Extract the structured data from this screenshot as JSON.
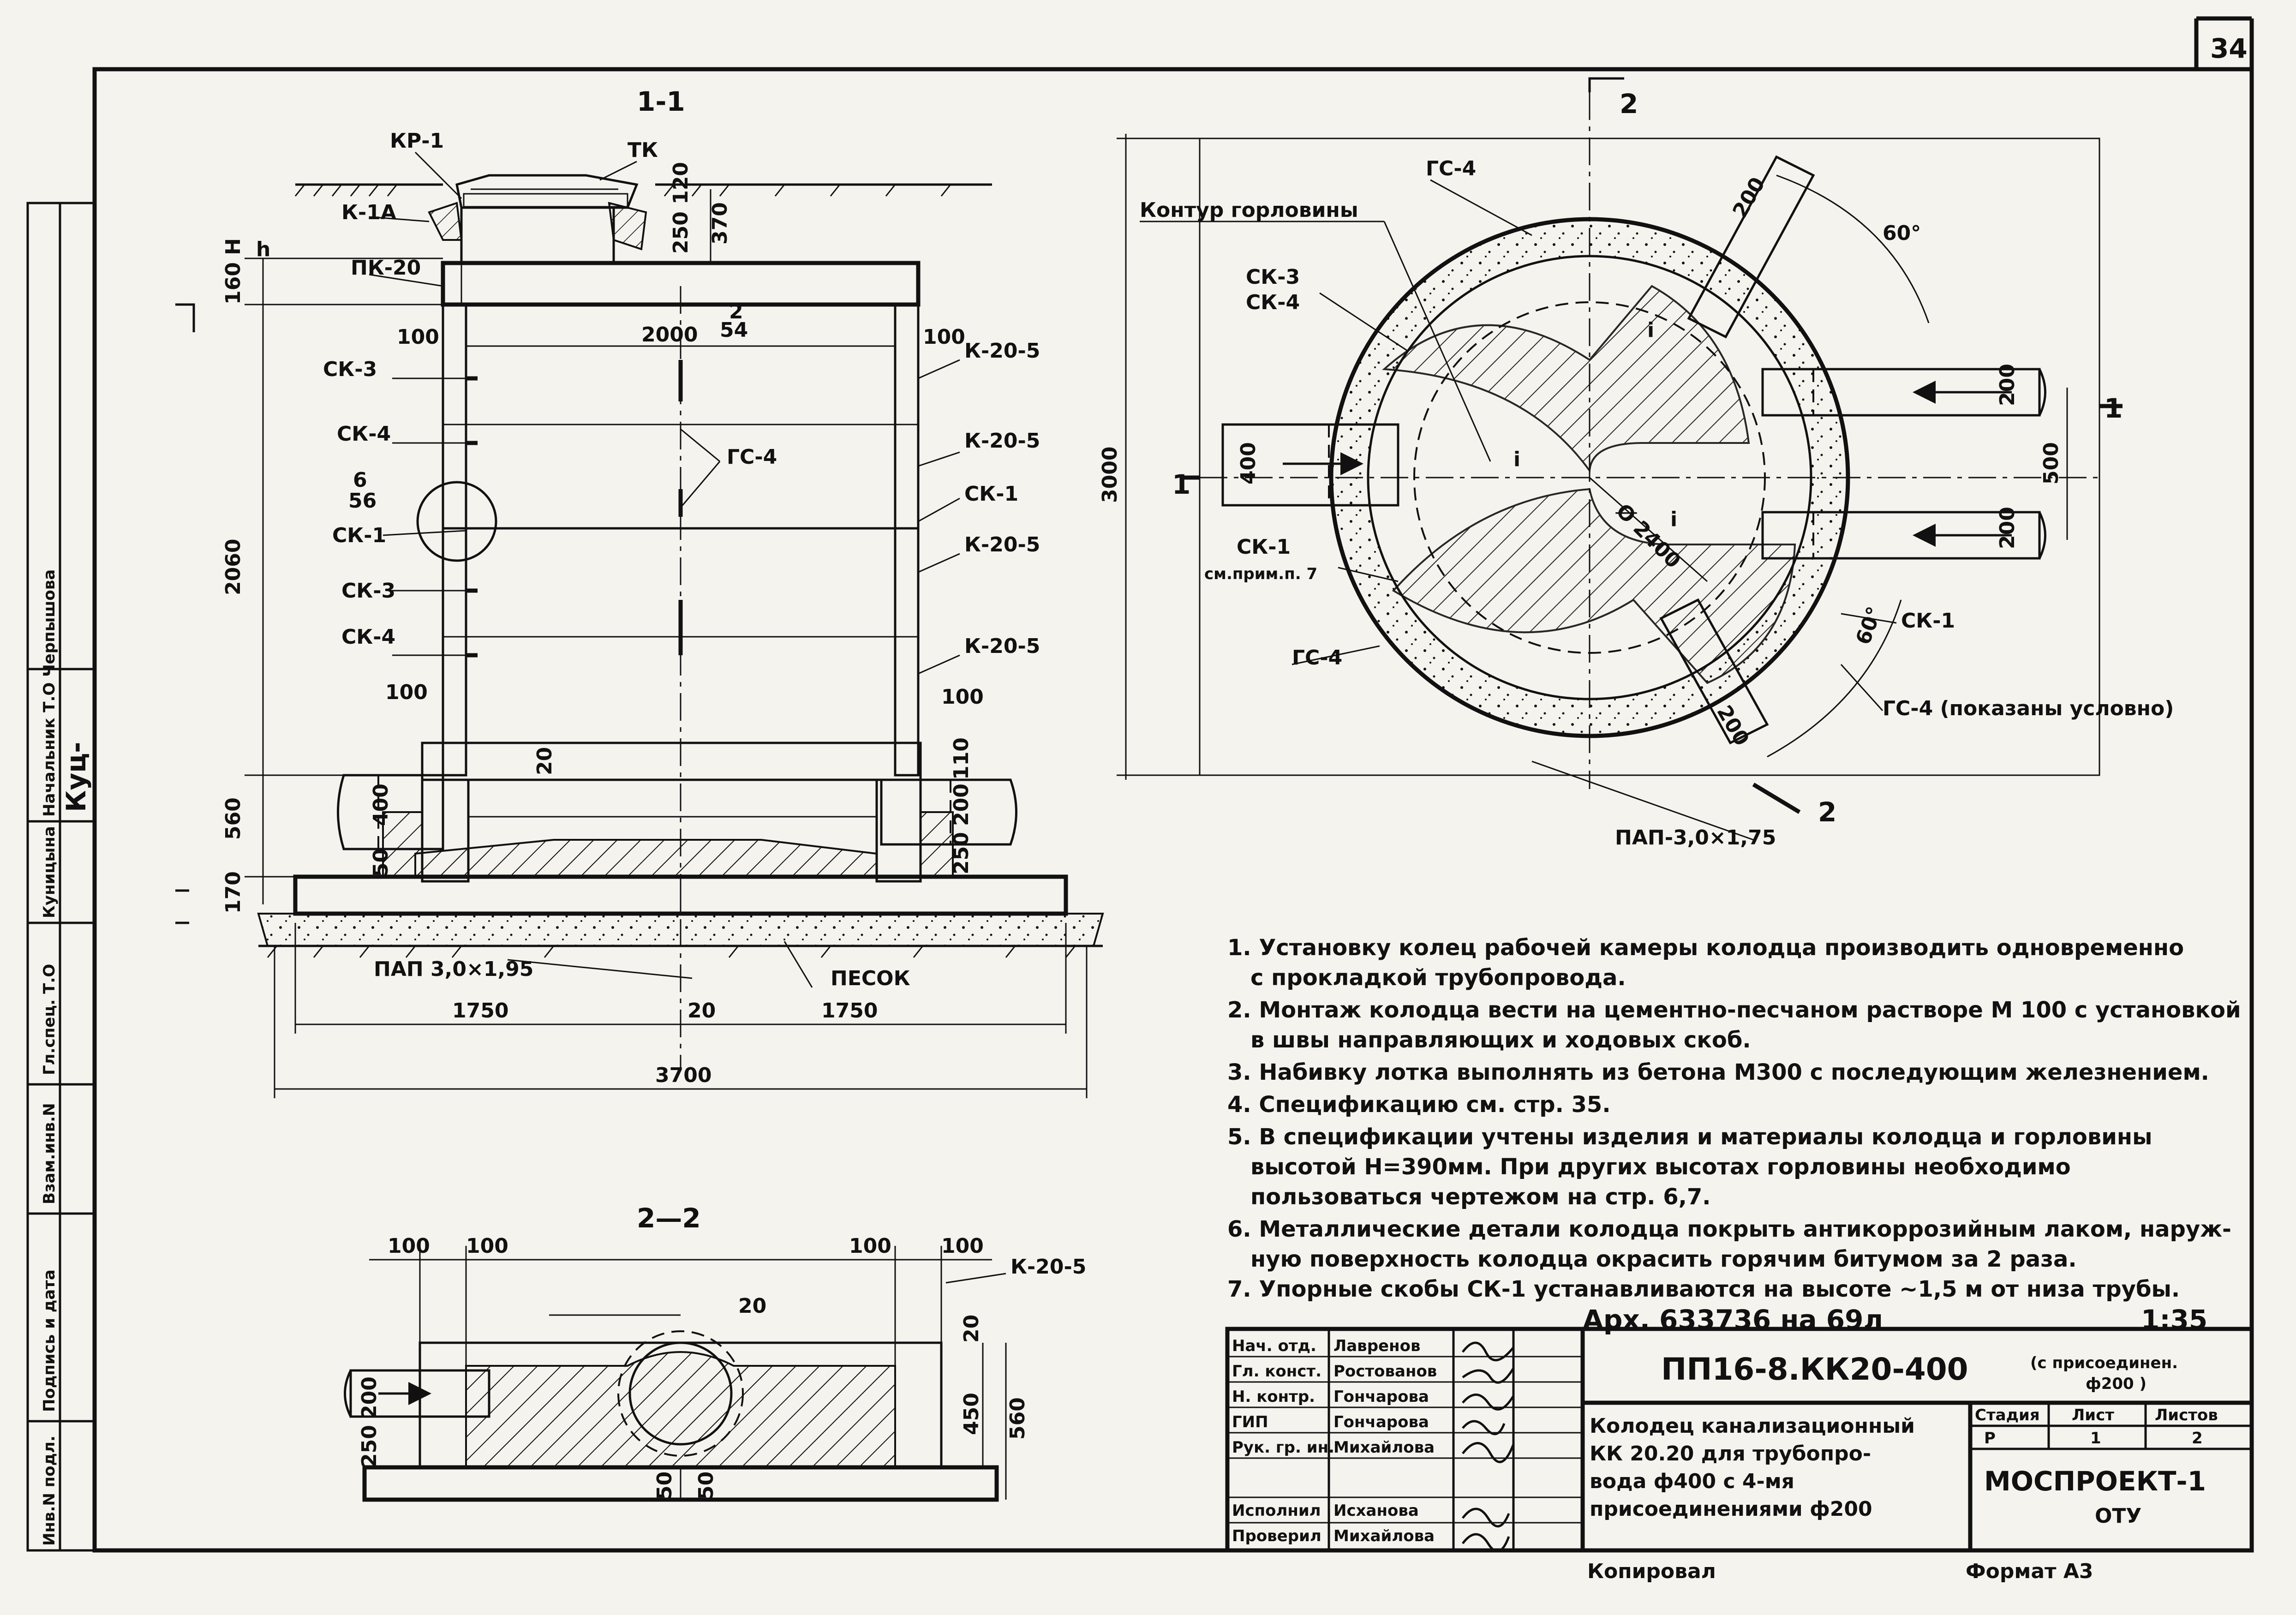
{
  "sheet": {
    "page_number": "34",
    "side_stamps": [
      "Инв.N подл.",
      "Подпись и дата",
      "Взам.инв.N",
      "Гл.спец. Т.О",
      "Куницына",
      "Начальник Т.О Черпышова"
    ],
    "side_signature": "Куц-"
  },
  "section_1_1": {
    "title": "1-1",
    "labels": {
      "kr1": "КР-1",
      "tk": "ТК",
      "k1a": "К-1А",
      "pk20": "ПК-20",
      "ck3_top": "СК-3",
      "ck4_top": "СК-4",
      "ck1": "СК-1",
      "ck3_bot": "СК-3",
      "ck4_bot": "СК-4",
      "gc4": "ГС-4",
      "k205_a": "К-20-5",
      "k205_b": "К-20-5",
      "k205_c": "К-20-5",
      "k205_d": "К-20-5",
      "ck1_right": "СК-1",
      "detail_num": "6",
      "detail_page": "56",
      "ref_num": "2",
      "ref_page": "54",
      "h": "h",
      "pap": "ПАП 3,0×1,95",
      "sand": "ПЕСОК"
    },
    "dims": {
      "d160h": "160 H",
      "d2060": "2060",
      "d560": "560",
      "d170": "170",
      "d100_tl": "100",
      "d2000": "2000",
      "d100_tr": "100",
      "d100_bl": "100",
      "d100_br": "100",
      "d20": "20",
      "d400": "400",
      "d50": "50",
      "d110": "110",
      "d200": "200",
      "d250": "250",
      "d250_120": "250 120",
      "d370": "370",
      "d1750_l": "1750",
      "d20_mid": "20",
      "d1750_r": "1750",
      "d3700": "3700"
    }
  },
  "plan": {
    "labels": {
      "contour": "Контур горловины",
      "gc4_top": "ГС-4",
      "ck3": "СК-3",
      "ck4": "СК-4",
      "ck1": "СК-1",
      "ck1_note": "см.прим.п. 7",
      "gc4_bot": "ГС-4",
      "ck1_right": "СК-1",
      "gc4_cond": "ГС-4 (показаны условно)",
      "pap": "ПАП-3,0×1,75",
      "diam": "Ø 2400",
      "cut2_top": "2",
      "cut2_bot": "2",
      "cut1_left": "1",
      "cut1_right": "1",
      "slope_i_1": "i",
      "slope_i_2": "i",
      "slope_i_3": "i"
    },
    "dims": {
      "d3000": "3000",
      "d400": "400",
      "d200_a": "200",
      "d200_b": "200",
      "d200_c": "200",
      "d200_d": "200",
      "d500": "500",
      "a60_top": "60°",
      "a60_bot": "60°"
    }
  },
  "section_2_2": {
    "title": "2—2",
    "labels": {
      "k205": "К-20-5"
    },
    "dims": {
      "d100_a": "100",
      "d100_b": "100",
      "d100_c": "100",
      "d100_d": "100",
      "d20": "20",
      "d20_r": "20",
      "d450": "450",
      "d560": "560",
      "d200": "200",
      "d250": "250",
      "d50_a": "50",
      "d50_b": "50"
    }
  },
  "notes": [
    "1. Установку колец рабочей камеры колодца производить одновременно",
    "с прокладкой трубопровода.",
    "2. Монтаж колодца вести на цементно-песчаном растворе М 100 с установкой",
    "в швы направляющих и ходовых скоб.",
    "3. Набивку лотка выполнять из бетона М300 с последующим железнением.",
    "4. Спецификацию см. стр. 35.",
    "5. В спецификации учтены изделия и материалы колодца и горловины",
    "высотой H=390мм.          При других высотах горловины необходимо",
    "пользоваться чертежом на стр. 6,7.",
    "6. Металлические детали колодца покрыть антикоррозийным лаком, наруж-",
    "ную поверхность колодца окрасить горячим битумом за 2 раза.",
    "7. Упорные скобы СК-1 устанавливаются на высоте ~1,5 м от низа трубы."
  ],
  "archive": {
    "text": "Арх. 633736 на 69л",
    "scale": "1:35"
  },
  "title_block": {
    "signatures": [
      {
        "role": "Нач. отд.",
        "name": "Лавренов"
      },
      {
        "role": "Гл. конст.",
        "name": "Ростованов"
      },
      {
        "role": "Н. контр.",
        "name": "Гончарова"
      },
      {
        "role": "ГИП",
        "name": "Гончарова"
      },
      {
        "role": "Рук. гр. ин.",
        "name": "Михайлова"
      },
      {
        "role": "",
        "name": ""
      },
      {
        "role": "Исполнил",
        "name": "Исханова"
      },
      {
        "role": "Проверил",
        "name": "Михайлова"
      }
    ],
    "code": "ПП16-8.КК20-400",
    "code_note_1": "(с присоединен.",
    "code_note_2": "ф200 )",
    "description": [
      "Колодец канализационный",
      "КК 20.20 для трубопро-",
      "вода  ф400 с 4-мя",
      "присоединениями  ф200"
    ],
    "stage_head": "Стадия",
    "sheet_head": "Лист",
    "sheets_head": "Листов",
    "stage": "Р",
    "sheet": "1",
    "sheets": "2",
    "org": "МОСПРОЕКТ-1",
    "dept": "ОТУ"
  },
  "footer": {
    "copied": "Копировал",
    "format": "Формат А3"
  }
}
